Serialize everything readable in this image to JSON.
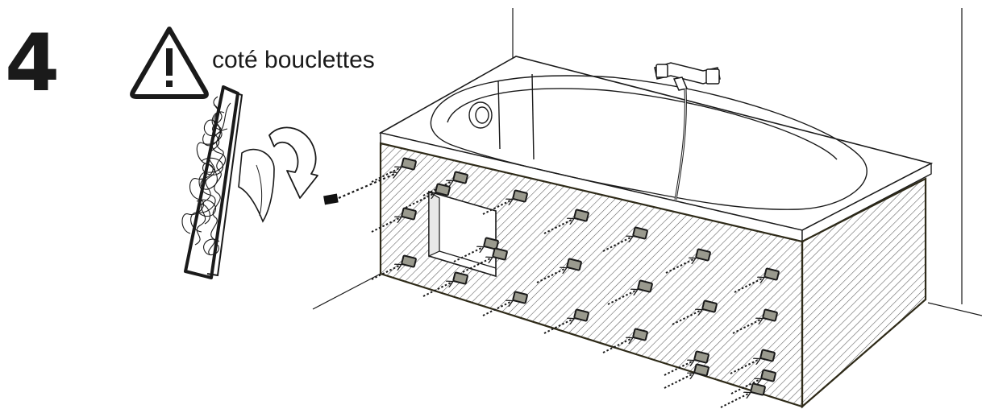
{
  "step": {
    "number": "4"
  },
  "warning": {
    "label": "coté bouclettes",
    "icon": "warning-triangle-icon"
  },
  "illustration": {
    "subject": "bathtub-with-front-panel",
    "pad_icon": "velcro-loop-pad",
    "flip_icon": "curved-rotate-arrow",
    "fastener_count": 25,
    "colors": {
      "line": "#1a1a1a",
      "fastener": "#9a9a8e",
      "hatch": "#555555",
      "panel_edge": "#2e2a18"
    }
  }
}
